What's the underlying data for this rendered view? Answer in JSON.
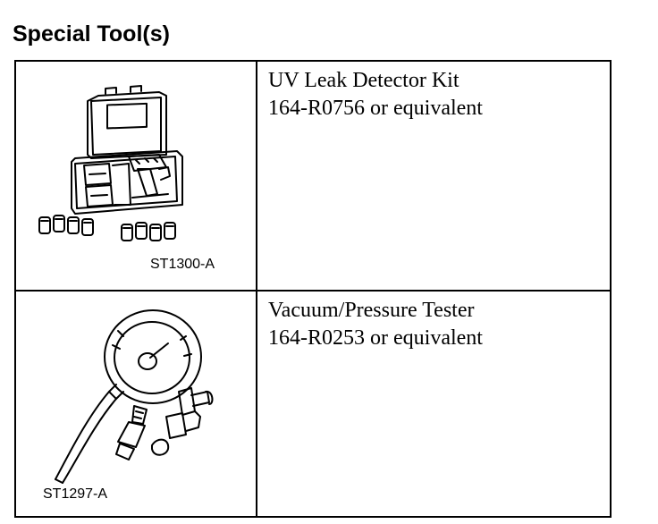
{
  "document": {
    "heading": "Special Tool(s)",
    "tools": [
      {
        "illustration_code": "ST1300-A",
        "illustration_icon": "uv-leak-detector-kit-case-icon",
        "name": "UV Leak Detector Kit",
        "part_number": "164-R0756 or equivalent"
      },
      {
        "illustration_code": "ST1297-A",
        "illustration_icon": "vacuum-pressure-tester-gauge-icon",
        "name": "Vacuum/Pressure Tester",
        "part_number": "164-R0253 or equivalent"
      }
    ]
  }
}
